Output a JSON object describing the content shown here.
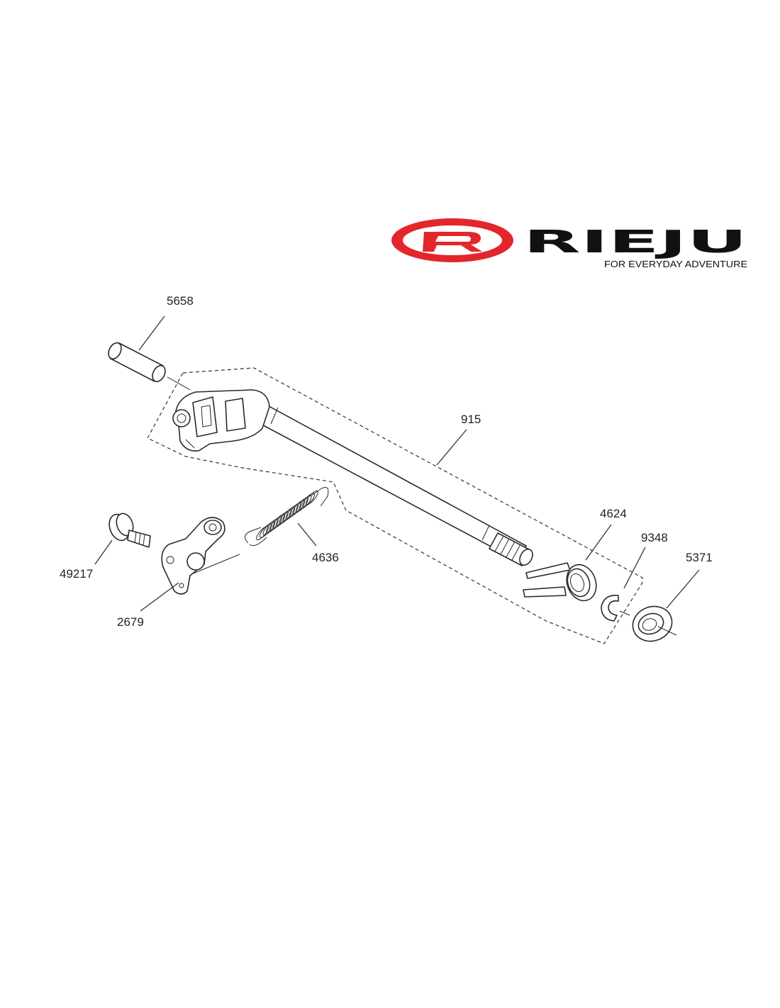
{
  "brand": {
    "logo_text": "RIEJU",
    "tagline": "FOR EVERYDAY ADVENTURE",
    "color_red": "#e3262b",
    "color_black": "#111111"
  },
  "parts": [
    {
      "id": "5658",
      "label": "5658"
    },
    {
      "id": "915",
      "label": "915"
    },
    {
      "id": "4624",
      "label": "4624"
    },
    {
      "id": "9348",
      "label": "9348"
    },
    {
      "id": "5371",
      "label": "5371"
    },
    {
      "id": "4636",
      "label": "4636"
    },
    {
      "id": "49217",
      "label": "49217"
    },
    {
      "id": "2679",
      "label": "2679"
    }
  ]
}
